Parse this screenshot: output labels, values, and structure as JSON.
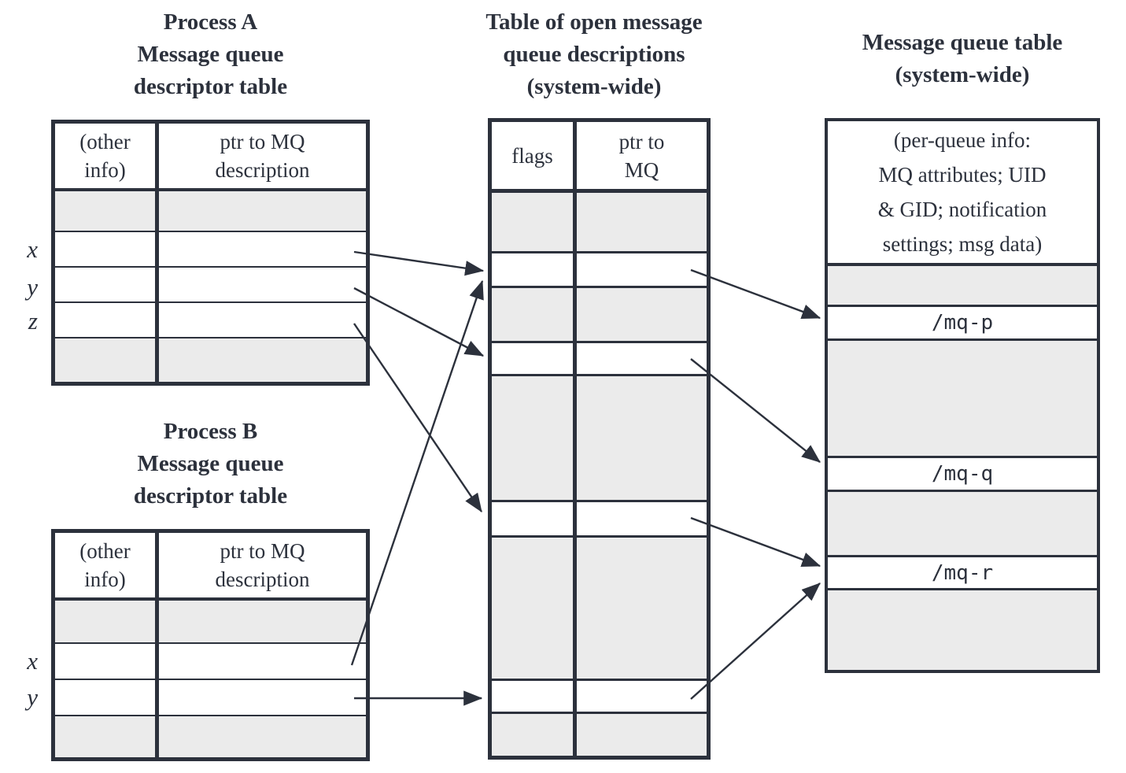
{
  "diagram": {
    "ink_color": "#2c313c",
    "shaded_row_color": "#ebebeb"
  },
  "process_a_table": {
    "title_lines": [
      "Process A",
      "Message queue",
      "descriptor table"
    ],
    "col1_header_lines": [
      "(other",
      "info)"
    ],
    "col2_header_lines": [
      "ptr to MQ",
      "description"
    ],
    "row_labels": [
      "x",
      "y",
      "z"
    ]
  },
  "process_b_table": {
    "title_lines": [
      "Process B",
      "Message queue",
      "descriptor table"
    ],
    "col1_header_lines": [
      "(other",
      "info)"
    ],
    "col2_header_lines": [
      "ptr to MQ",
      "description"
    ],
    "row_labels": [
      "x",
      "y"
    ]
  },
  "open_mq_table": {
    "title_lines": [
      "Table of open message",
      "queue descriptions",
      "(system-wide)"
    ],
    "col1_header": "flags",
    "col2_header_lines": [
      "ptr to",
      "MQ"
    ]
  },
  "mq_table": {
    "title_lines": [
      "Message queue table",
      "(system-wide)"
    ],
    "header_lines": [
      "(per-queue info:",
      "MQ attributes; UID",
      "& GID; notification",
      "settings; msg data)"
    ],
    "queue_names": [
      "/mq-p",
      "/mq-q",
      "/mq-r"
    ]
  },
  "connections": [
    {
      "from": "process-a-descriptor-x",
      "to": "open-mq-description-1"
    },
    {
      "from": "process-a-descriptor-y",
      "to": "open-mq-description-2"
    },
    {
      "from": "process-a-descriptor-z",
      "to": "open-mq-description-3"
    },
    {
      "from": "process-b-descriptor-x",
      "to": "open-mq-description-1"
    },
    {
      "from": "process-b-descriptor-y",
      "to": "open-mq-description-4"
    },
    {
      "from": "open-mq-description-1",
      "to": "/mq-p"
    },
    {
      "from": "open-mq-description-2",
      "to": "/mq-q"
    },
    {
      "from": "open-mq-description-3",
      "to": "/mq-r"
    },
    {
      "from": "open-mq-description-4",
      "to": "/mq-r"
    }
  ]
}
